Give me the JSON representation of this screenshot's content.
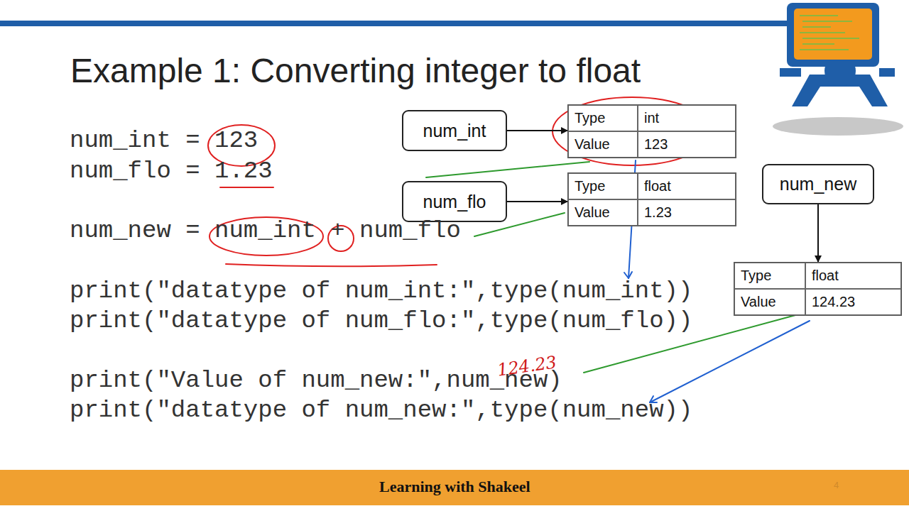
{
  "diagram": {
    "title": "Example 1: Converting integer to float",
    "nodes": [
      {
        "text": [
          "num_int"
        ]
      },
      {
        "text": [
          "Type",
          "int",
          "Value",
          "123"
        ]
      },
      {
        "text": [
          "num_flo"
        ]
      },
      {
        "text": [
          "Type",
          "float",
          "Value",
          "1.23"
        ]
      },
      {
        "text": [
          "num_new"
        ]
      },
      {
        "text": [
          "Type",
          "float",
          "Value",
          "124.23"
        ]
      }
    ],
    "edges": [
      {
        "from": 0,
        "to": 1,
        "arrow": "to"
      },
      {
        "from": 2,
        "to": 3,
        "arrow": "to"
      },
      {
        "from": 4,
        "to": 5,
        "arrow": "to"
      }
    ],
    "labels": [
      "num_int = 123",
      "num_flo = 1.23",
      "num_new = num_int + num_flo",
      "print(\"datatype of num_int:\",type(num_int))",
      "print(\"datatype of num_flo:\",type(num_flo))",
      "print(\"Value of num_new:\",num_new)",
      "print(\"datatype of num_new:\",type(num_new))",
      "124.23",
      "Learning with Shakeel",
      "4"
    ]
  }
}
